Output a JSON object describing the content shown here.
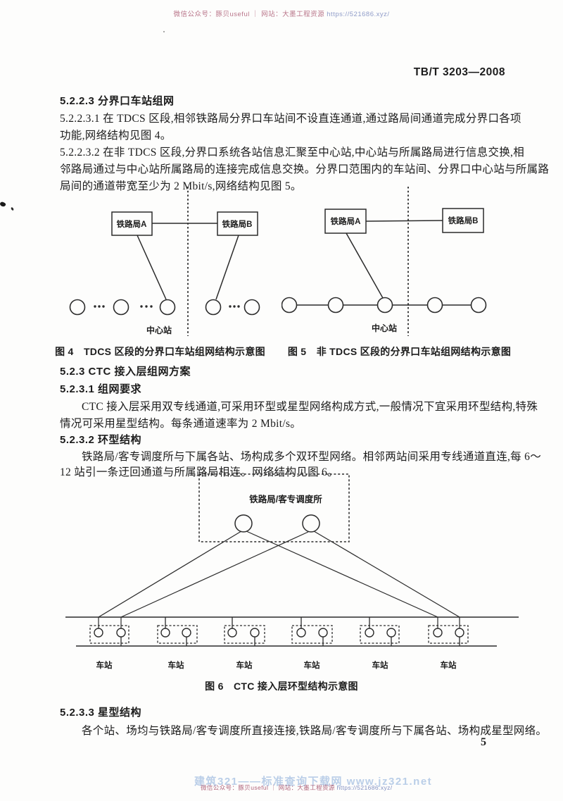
{
  "header": {
    "doc_number": "TB/T 3203—2008"
  },
  "footer": {
    "page_number": "5"
  },
  "watermarks": {
    "top": {
      "text": "微信公众号：豚贝useful ｜ 网站：大墨工程资源",
      "url": "https://521686.xyz/"
    },
    "bottom_site": "建筑321——标准查询下载网  www.jz321.net",
    "bottom_small": {
      "text": "微信公众号：豚贝useful ｜ 网站：大墨工程资源",
      "url": "https://521686.xyz/"
    }
  },
  "content": {
    "h_5223": "5.2.2.3  分界口车站组网",
    "p_52231_l1": "5.2.2.3.1  在 TDCS 区段,相邻铁路局分界口车站间不设直连通道,通过路局间通道完成分界口各项",
    "p_52231_l2": "功能,网络结构见图 4。",
    "p_52232_l1": "5.2.2.3.2  在非 TDCS 区段,分界口系统各站信息汇聚至中心站,中心站与所属路局进行信息交换,相",
    "p_52232_l2": "邻路局通过与中心站所属路局的连接完成信息交换。分界口范围内的车站间、分界口中心站与所属路",
    "p_52232_l3": "局间的通道带宽至少为 2 Mbit/s,网络结构见图 5。",
    "caption_fig4": "图 4　TDCS 区段的分界口车站组网结构示意图",
    "caption_fig5": "图 5　非 TDCS 区段的分界口车站组网结构示意图",
    "h_523": "5.2.3  CTC 接入层组网方案",
    "h_5231": "5.2.3.1  组网要求",
    "p_5231_l1": "CTC 接入层采用双专线通道,可采用环型或星型网络构成方式,一般情况下宜采用环型结构,特殊",
    "p_5231_l2": "情况可采用星型结构。每条通道速率为 2 Mbit/s。",
    "h_5232": "5.2.3.2  环型结构",
    "p_5232_l1": "铁路局/客专调度所与下属各站、场构成多个双环型网络。相邻两站间采用专线通道直连,每 6～",
    "p_5232_l2": "12 站引一条迂回通道与所属路局相连。网络结构见图 6。",
    "caption_fig6": "图 6　CTC 接入层环型结构示意图",
    "h_5233": "5.2.3.3  星型结构",
    "p_5233_l1": "各个站、场均与铁路局/客专调度所直接连接,铁路局/客专调度所与下属各站、场构成星型网络。"
  },
  "fig4": {
    "railway_a": "铁路局A",
    "railway_b": "铁路局B",
    "center_station": "中心站"
  },
  "fig5": {
    "railway_a": "铁路局A",
    "railway_b": "铁路局B",
    "center_station": "中心站"
  },
  "fig6": {
    "dispatcher": "铁路局/客专调度所",
    "stations": [
      "车站",
      "车站",
      "车站",
      "车站",
      "车站",
      "车站"
    ]
  },
  "colors": {
    "ink": "#1c1c1c",
    "watermark_red": "#ae5f77",
    "watermark_url_blue": "#7d8cc0",
    "watermark_light_blue": "#b3cae6"
  }
}
